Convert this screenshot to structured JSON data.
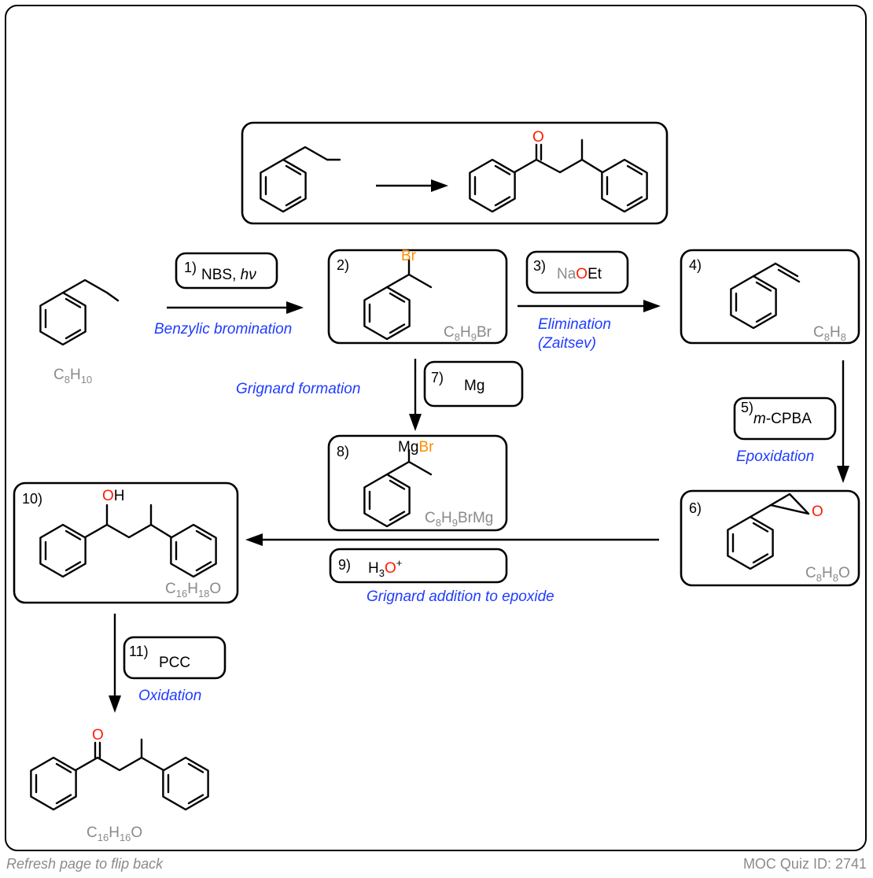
{
  "footer": {
    "left": "Refresh page to flip back",
    "right": "MOC Quiz ID: 2741"
  },
  "atoms": {
    "O": "O",
    "H": "H",
    "Br": "Br",
    "Mg": "Mg"
  },
  "start": {
    "formula": "C8H10"
  },
  "steps": [
    {
      "num": "1)",
      "reagent": "NBS, ",
      "reagent_italic": "hν",
      "label": "Benzylic bromination"
    },
    {
      "num": "2)",
      "formula": "C8H9Br"
    },
    {
      "num": "3)",
      "reagent_parts": [
        "Na",
        "O",
        "Et"
      ],
      "label_lines": [
        "Elimination",
        "(Zaitsev)"
      ]
    },
    {
      "num": "4)",
      "formula": "C8H8"
    },
    {
      "num": "5)",
      "reagent_italic": "m",
      "reagent": "-CPBA",
      "label": "Epoxidation"
    },
    {
      "num": "6)",
      "formula": "C8H8O"
    },
    {
      "num": "7)",
      "reagent": "Mg",
      "label": "Grignard formation"
    },
    {
      "num": "8)",
      "formula": "C8H9BrMg"
    },
    {
      "num": "9)",
      "reagent_parts": [
        "H",
        "3",
        "O",
        "+"
      ],
      "label": "Grignard addition to epoxide"
    },
    {
      "num": "10)",
      "formula": "C16H18O"
    },
    {
      "num": "11)",
      "reagent": "PCC",
      "label": "Oxidation"
    }
  ],
  "product": {
    "formula": "C16H16O"
  }
}
